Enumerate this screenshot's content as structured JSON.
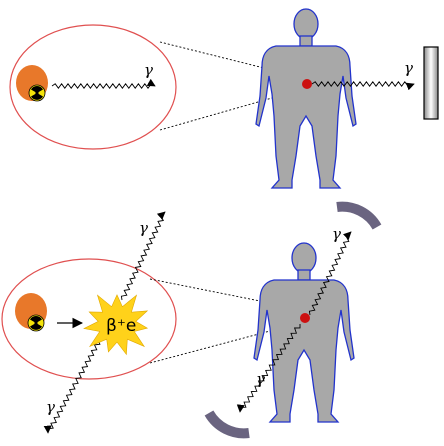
{
  "colors": {
    "background": "#ffffff",
    "ellipse_stroke": "#e05050",
    "body_fill": "#a8a8a8",
    "body_stroke": "#2233cc",
    "organ_dot": "#cc1111",
    "nucleus": "#e8782a",
    "radiation_sign": "#f5e40a",
    "burst": "#ffd21a",
    "detector_arc": "#6a6480"
  },
  "top_panel": {
    "icon": "radioactive-source-icon",
    "gamma_label_inset": "γ",
    "gamma_label_body": "γ",
    "detector_icon": "planar-detector-icon"
  },
  "bottom_panel": {
    "icon": "radioactive-source-icon",
    "positron_label": "β⁺e",
    "gamma_inset_upper": "γ",
    "gamma_inset_lower": "γ",
    "gamma_body_upper": "γ",
    "gamma_body_lower": "γ",
    "detector_icon": "pet-ring-detector-icon"
  }
}
